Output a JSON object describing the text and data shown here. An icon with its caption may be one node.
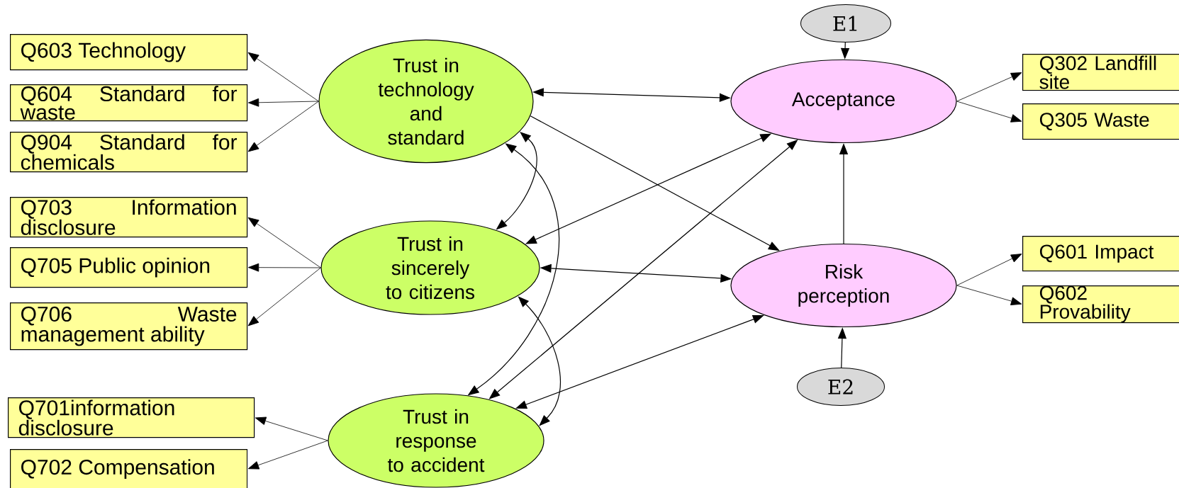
{
  "diagram": {
    "nodes": [
      {
        "text": [
          "Q603 Technology"
        ]
      },
      {
        "text": [
          "Q604 Standard for waste"
        ]
      },
      {
        "text": [
          "Q904 Standard for chemicals"
        ]
      },
      {
        "text": [
          "Q703 Information disclosure"
        ]
      },
      {
        "text": [
          "Q705 Public opinion"
        ]
      },
      {
        "text": [
          "Q706 Waste management ability"
        ]
      },
      {
        "text": [
          "Q701information disclosure"
        ]
      },
      {
        "text": [
          "Q702 Compensation"
        ]
      },
      {
        "text": [
          "Trust in technology and standard"
        ]
      },
      {
        "text": [
          "Trust in sincerely to citizens"
        ]
      },
      {
        "text": [
          "Trust in response to accident"
        ]
      },
      {
        "text": [
          "E1"
        ]
      },
      {
        "text": [
          "Acceptance"
        ]
      },
      {
        "text": [
          "Risk perception"
        ]
      },
      {
        "text": [
          "E2"
        ]
      },
      {
        "text": [
          "Q302 Landfill site"
        ]
      },
      {
        "text": [
          "Q305 Waste"
        ]
      },
      {
        "text": [
          "Q601 Impact"
        ]
      },
      {
        "text": [
          "Q602 Provability"
        ]
      }
    ],
    "edges": [
      {
        "from": 8,
        "to": 0,
        "arrow": "to"
      },
      {
        "from": 8,
        "to": 1,
        "arrow": "to"
      },
      {
        "from": 8,
        "to": 2,
        "arrow": "to"
      },
      {
        "from": 9,
        "to": 3,
        "arrow": "to"
      },
      {
        "from": 9,
        "to": 4,
        "arrow": "to"
      },
      {
        "from": 9,
        "to": 5,
        "arrow": "to"
      },
      {
        "from": 10,
        "to": 6,
        "arrow": "to"
      },
      {
        "from": 10,
        "to": 7,
        "arrow": "to"
      },
      {
        "from": 8,
        "to": 12,
        "arrow": "both"
      },
      {
        "from": 8,
        "to": 13,
        "arrow": "to"
      },
      {
        "from": 9,
        "to": 12,
        "arrow": "both"
      },
      {
        "from": 9,
        "to": 13,
        "arrow": "both"
      },
      {
        "from": 10,
        "to": 12,
        "arrow": "both"
      },
      {
        "from": 10,
        "to": 13,
        "arrow": "both"
      },
      {
        "from": 8,
        "to": 9,
        "arrow": "both"
      },
      {
        "from": 8,
        "to": 10,
        "arrow": "both"
      },
      {
        "from": 9,
        "to": 10,
        "arrow": "both"
      },
      {
        "from": 11,
        "to": 12,
        "arrow": "to"
      },
      {
        "from": 13,
        "to": 12,
        "arrow": "to"
      },
      {
        "from": 14,
        "to": 13,
        "arrow": "to"
      },
      {
        "from": 12,
        "to": 15,
        "arrow": "to"
      },
      {
        "from": 12,
        "to": 16,
        "arrow": "to"
      },
      {
        "from": 13,
        "to": 17,
        "arrow": "to"
      },
      {
        "from": 13,
        "to": 18,
        "arrow": "to"
      }
    ]
  }
}
